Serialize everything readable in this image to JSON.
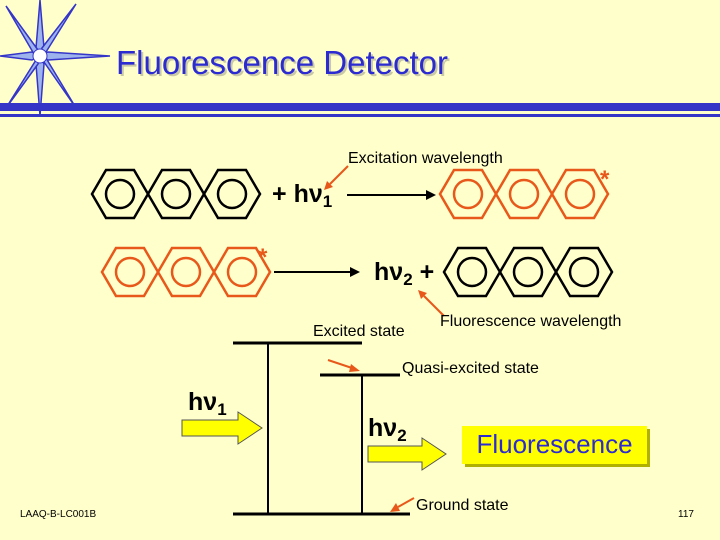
{
  "slide": {
    "title": "Fluorescence Detector",
    "footer_code": "LAAQ-B-LC001B",
    "page_number": "117"
  },
  "reaction": {
    "excitation_label": "Excitation wavelength",
    "plus": "+",
    "hv_symbol": "hν",
    "hv1_sub": "1",
    "hv2_sub": "2",
    "excited_marker": "*",
    "fluorescence_wavelength_label": "Fluorescence wavelength"
  },
  "energy_diagram": {
    "excited_state": "Excited state",
    "quasi_excited_state": "Quasi-excited state",
    "ground_state": "Ground state",
    "hv_symbol": "hν",
    "hv1_sub": "1",
    "hv2_sub": "2",
    "fluorescence_label": "Fluorescence"
  },
  "colors": {
    "title": "#2B2BD1",
    "excited_molecule": "#E8581A",
    "ground_molecule": "#000000",
    "arrow_fill": "#FFFF00",
    "background": "#FFFFCC"
  }
}
